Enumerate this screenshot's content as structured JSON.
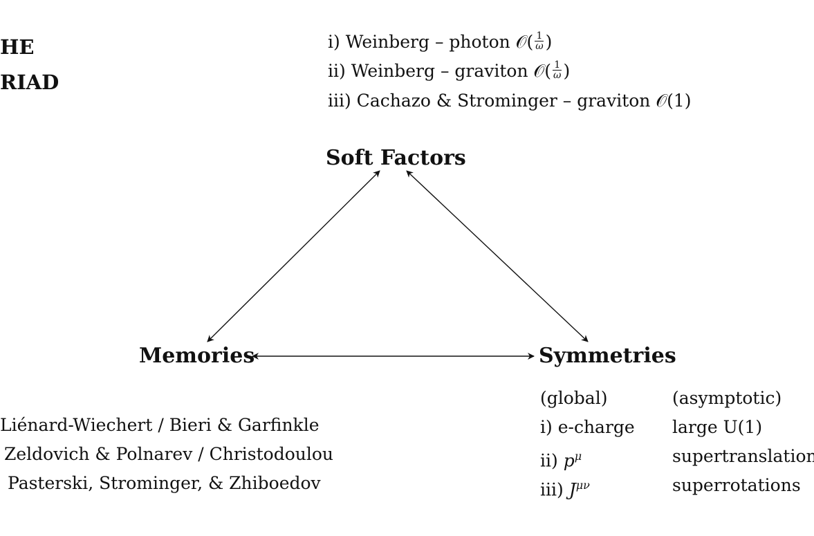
{
  "cutoff_title": [
    "HE",
    "RIAD"
  ],
  "soft_factor_items": [
    {
      "prefix": "i) Weinberg – photon ",
      "scaling": "𝒪(",
      "num": "1",
      "den": "ω",
      "close": ")"
    },
    {
      "prefix": "ii) Weinberg – graviton ",
      "scaling": "𝒪(",
      "num": "1",
      "den": "ω",
      "close": ")"
    },
    {
      "prefix": "iii) Cachazo & Strominger – graviton ",
      "scaling": "𝒪(1)"
    }
  ],
  "nodes": {
    "soft_factors": "Soft Factors",
    "memories": "Memories",
    "symmetries": "Symmetries"
  },
  "memory_items": [
    "Liénard-Wiechert / Bieri & Garfinkle",
    "Zeldovich & Polnarev / Christodoulou",
    "Pasterski, Strominger, & Zhiboedov"
  ],
  "symmetries_table": {
    "global_header": "(global)",
    "asymptotic_header": "(asymptotic)",
    "rows": [
      {
        "global_prefix": "i) e-charge",
        "global_sym": "",
        "global_sup": "",
        "asymptotic": "large U(1)"
      },
      {
        "global_prefix": "ii) ",
        "global_sym": "p",
        "global_sup": "μ",
        "asymptotic": "supertranslations"
      },
      {
        "global_prefix": "iii) ",
        "global_sym": "J",
        "global_sup": "μν",
        "asymptotic": "superrotations"
      }
    ]
  }
}
